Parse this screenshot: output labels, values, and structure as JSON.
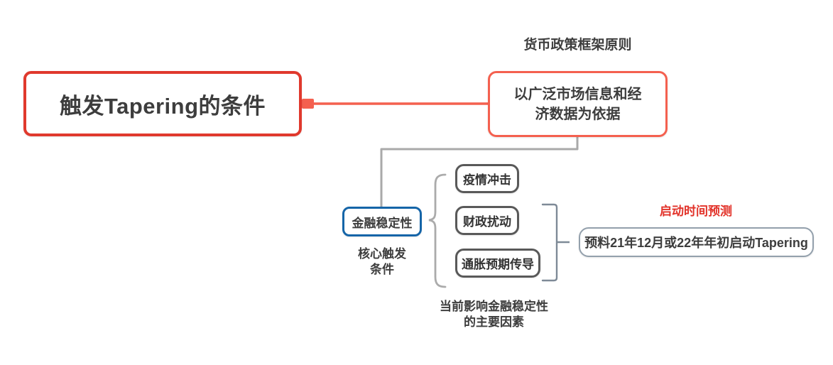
{
  "colors": {
    "root_border": "#e0392d",
    "branch_line": "#f4604f",
    "principle_border": "#f4604f",
    "stability_border": "#1565a8",
    "factor_border": "#595959",
    "timing_border": "#93a0ac",
    "connector_gray": "#a9a9a9",
    "brace_gray": "#ababab",
    "bracket_gray": "#7e8a97",
    "label_red": "#e2332a",
    "text_dark": "#3d3d3d",
    "background": "#ffffff"
  },
  "map": {
    "root": {
      "label": "触发Tapering的条件"
    },
    "principle": {
      "label": "货币政策框架原则",
      "topic": "以广泛市场信息和经\n济数据为依据"
    },
    "stability": {
      "topic": "金融稳定性",
      "label": "核心触发\n条件"
    },
    "factors": {
      "items": [
        "疫情冲击",
        "财政扰动",
        "通胀预期传导"
      ],
      "label": "当前影响金融稳定性\n的主要因素"
    },
    "timing": {
      "label": "启动时间预测",
      "topic": "预料21年12月或22年年初启动Tapering"
    }
  }
}
